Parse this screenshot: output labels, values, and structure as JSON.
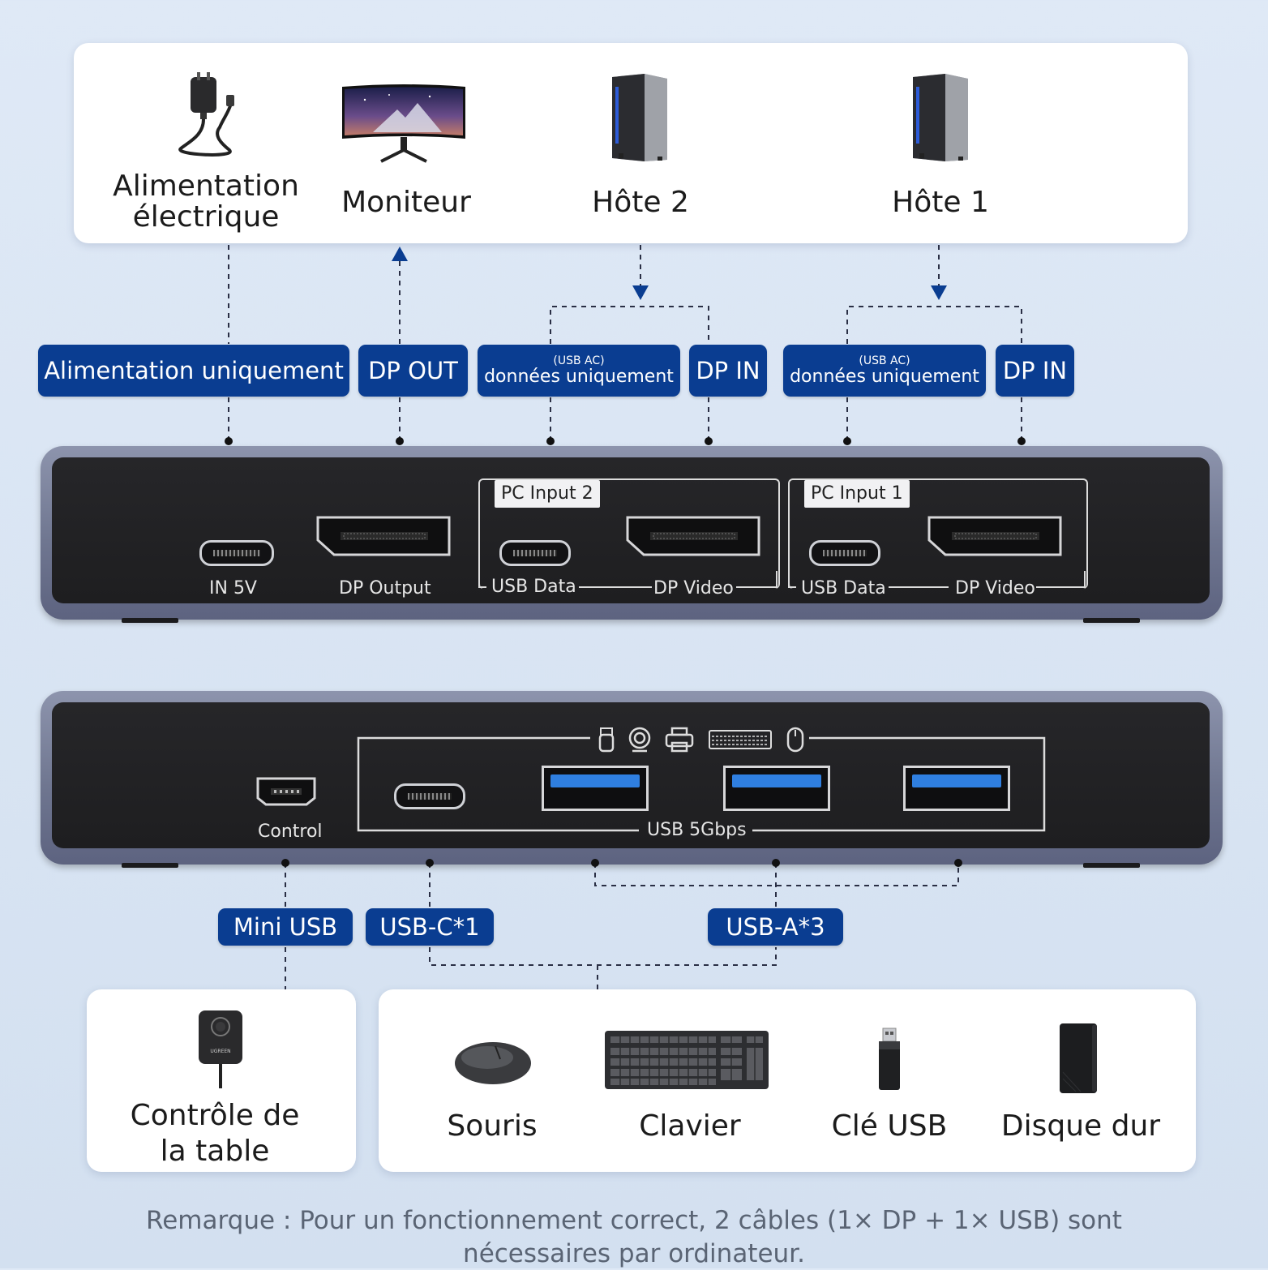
{
  "top": {
    "items": [
      {
        "label": "Alimentation\nélectrique",
        "icon": "power-adapter-icon"
      },
      {
        "label": "Moniteur",
        "icon": "monitor-icon"
      },
      {
        "label": "Hôte 2",
        "icon": "pc-tower-icon"
      },
      {
        "label": "Hôte 1",
        "icon": "pc-tower-icon"
      }
    ]
  },
  "badges_top": [
    {
      "label": "Alimentation uniquement"
    },
    {
      "label": "DP OUT"
    },
    {
      "sub": "(USB AC)",
      "label": "données uniquement"
    },
    {
      "label": "DP IN"
    },
    {
      "sub": "(USB AC)",
      "label": "données uniquement"
    },
    {
      "label": "DP IN"
    }
  ],
  "front_panel": {
    "ports": {
      "in5v": "IN 5V",
      "dp_output": "DP Output"
    },
    "groups": [
      {
        "title": "PC Input 2",
        "usb": "USB Data",
        "dp": "DP Video"
      },
      {
        "title": "PC Input 1",
        "usb": "USB Data",
        "dp": "DP Video"
      }
    ]
  },
  "rear_panel": {
    "control": "Control",
    "usb_group": "USB 5Gbps",
    "icons": [
      "usb-drive-icon",
      "webcam-icon",
      "printer-icon",
      "keyboard-icon",
      "mouse-icon"
    ]
  },
  "badges_bottom": [
    {
      "label": "Mini USB"
    },
    {
      "label": "USB-C*1"
    },
    {
      "label": "USB-A*3"
    }
  ],
  "bottom": {
    "controller": {
      "label": "Contrôle de\nla table",
      "brand": "UGREEN"
    },
    "peripherals": [
      {
        "label": "Souris",
        "icon": "mouse-icon"
      },
      {
        "label": "Clavier",
        "icon": "keyboard-icon"
      },
      {
        "label": "Clé USB",
        "icon": "usb-stick-icon"
      },
      {
        "label": "Disque dur",
        "icon": "hard-drive-icon"
      }
    ]
  },
  "note": {
    "line1": "Remarque : Pour un fonctionnement correct, 2 câbles (1× DP + 1× USB) sont",
    "line2": "nécessaires par ordinateur."
  },
  "colors": {
    "badge": "#0a3d91",
    "usb3_blue": "#2f7fe0",
    "panel": "#232325"
  }
}
